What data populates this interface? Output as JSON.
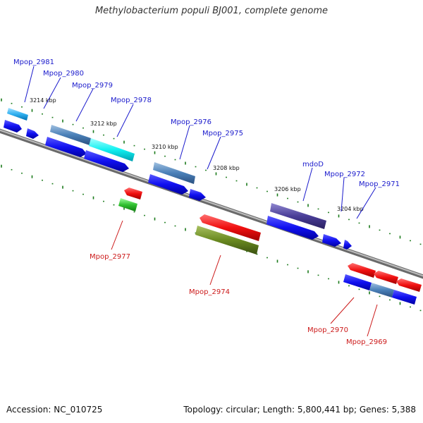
{
  "title": "Methylobacterium populi BJ001, complete genome",
  "footer": {
    "accession": "Accession: NC_010725",
    "summary": "Topology: circular; Length: 5,800,441 bp; Genes: 5,388"
  },
  "scale": [
    "3214 kbp",
    "3212 kbp",
    "3210 kbp",
    "3208 kbp",
    "3206 kbp",
    "3204 kbp"
  ],
  "genes_plus": [
    "Mpop_2981",
    "Mpop_2980",
    "Mpop_2979",
    "Mpop_2978",
    "Mpop_2976",
    "Mpop_2975",
    "mdoD",
    "Mpop_2972",
    "Mpop_2971"
  ],
  "genes_minus": [
    "Mpop_2977",
    "Mpop_2974",
    "Mpop_2970",
    "Mpop_2969"
  ],
  "colors": {
    "plus_label": "#1a1acc",
    "minus_label": "#cc1a1a",
    "tick": "#1a7a1a",
    "backbone": "#8a8a8a"
  }
}
